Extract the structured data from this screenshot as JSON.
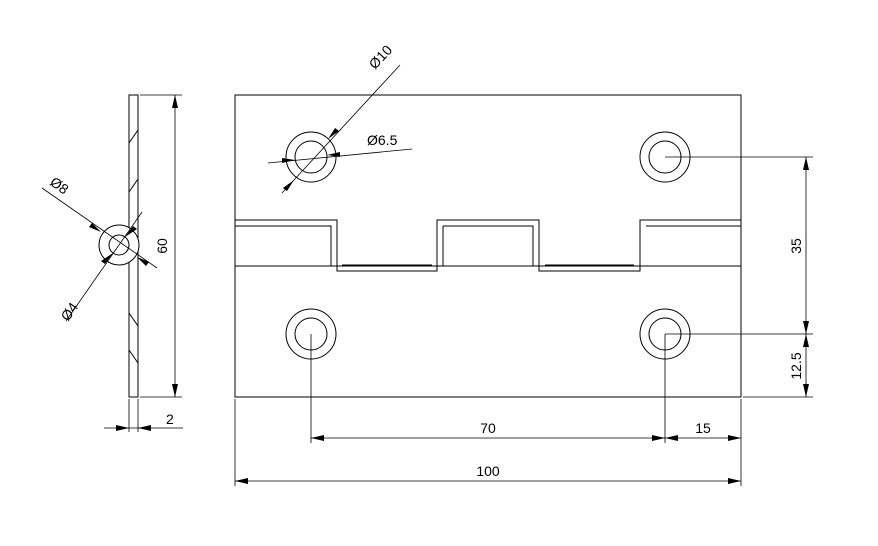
{
  "labels": {
    "hole_outer_diameter": "Ø10",
    "hole_inner_diameter": "Ø6.5",
    "side_outer_diameter": "Ø8",
    "side_inner_diameter": "Ø4",
    "height": "60",
    "thickness": "2",
    "hole_spacing_vertical": "35",
    "hole_offset_bottom": "12.5",
    "hole_spacing_horizontal": "70",
    "hole_offset_right": "15",
    "overall_width": "100"
  },
  "colors": {
    "line": "#000000",
    "background": "#ffffff"
  }
}
